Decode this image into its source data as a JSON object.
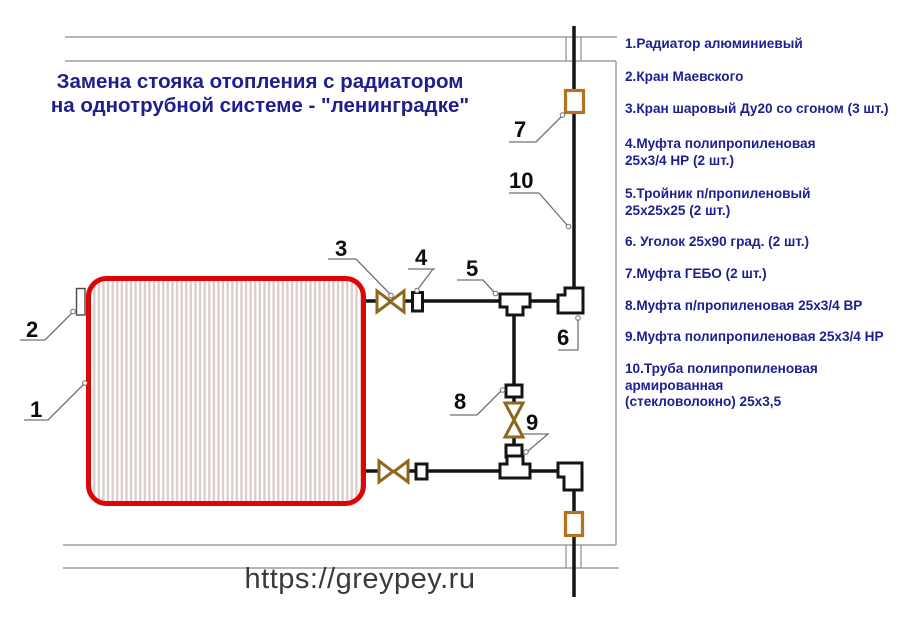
{
  "title": {
    "line1": "Замена стояка отопления с радиатором",
    "line2": "на однотрубной системе - \"ленинградке\""
  },
  "legend": {
    "items": [
      {
        "text": "1.Радиатор алюминиевый"
      },
      {
        "text": "2.Кран Маевского"
      },
      {
        "text": "3.Кран шаровый Ду20 со сгоном (3 шт.)"
      },
      {
        "text": "4.Муфта полипропиленовая\n25х3/4 НР (2 шт.)"
      },
      {
        "text": "5.Тройник п/пропиленовый\n25х25х25 (2 шт.)"
      },
      {
        "text": "6. Уголок 25х90 град. (2 шт.)"
      },
      {
        "text": "7.Муфта ГЕБО (2 шт.)"
      },
      {
        "text": "8.Муфта п/пропиленовая 25х3/4 ВР"
      },
      {
        "text": "9.Муфта полипропиленовая 25х3/4 НР"
      },
      {
        "text": "10.Труба полипропиленовая\nармированная\n(стекловолокно) 25х3,5"
      }
    ]
  },
  "diagram": {
    "labels": {
      "n1": "1",
      "n2": "2",
      "n3": "3",
      "n4": "4",
      "n5": "5",
      "n6": "6",
      "n7": "7",
      "n8": "8",
      "n9": "9",
      "n10": "10"
    }
  },
  "footer": {
    "url": "https://greypey.ru"
  },
  "colors": {
    "text_navy": "#1e1e8f",
    "radiator_red": "#de0505",
    "valve_brown": "#8d681a",
    "gebo_brown": "#b4741d",
    "pipe_black": "#141414",
    "structure_gray": "#8c8c8c"
  }
}
